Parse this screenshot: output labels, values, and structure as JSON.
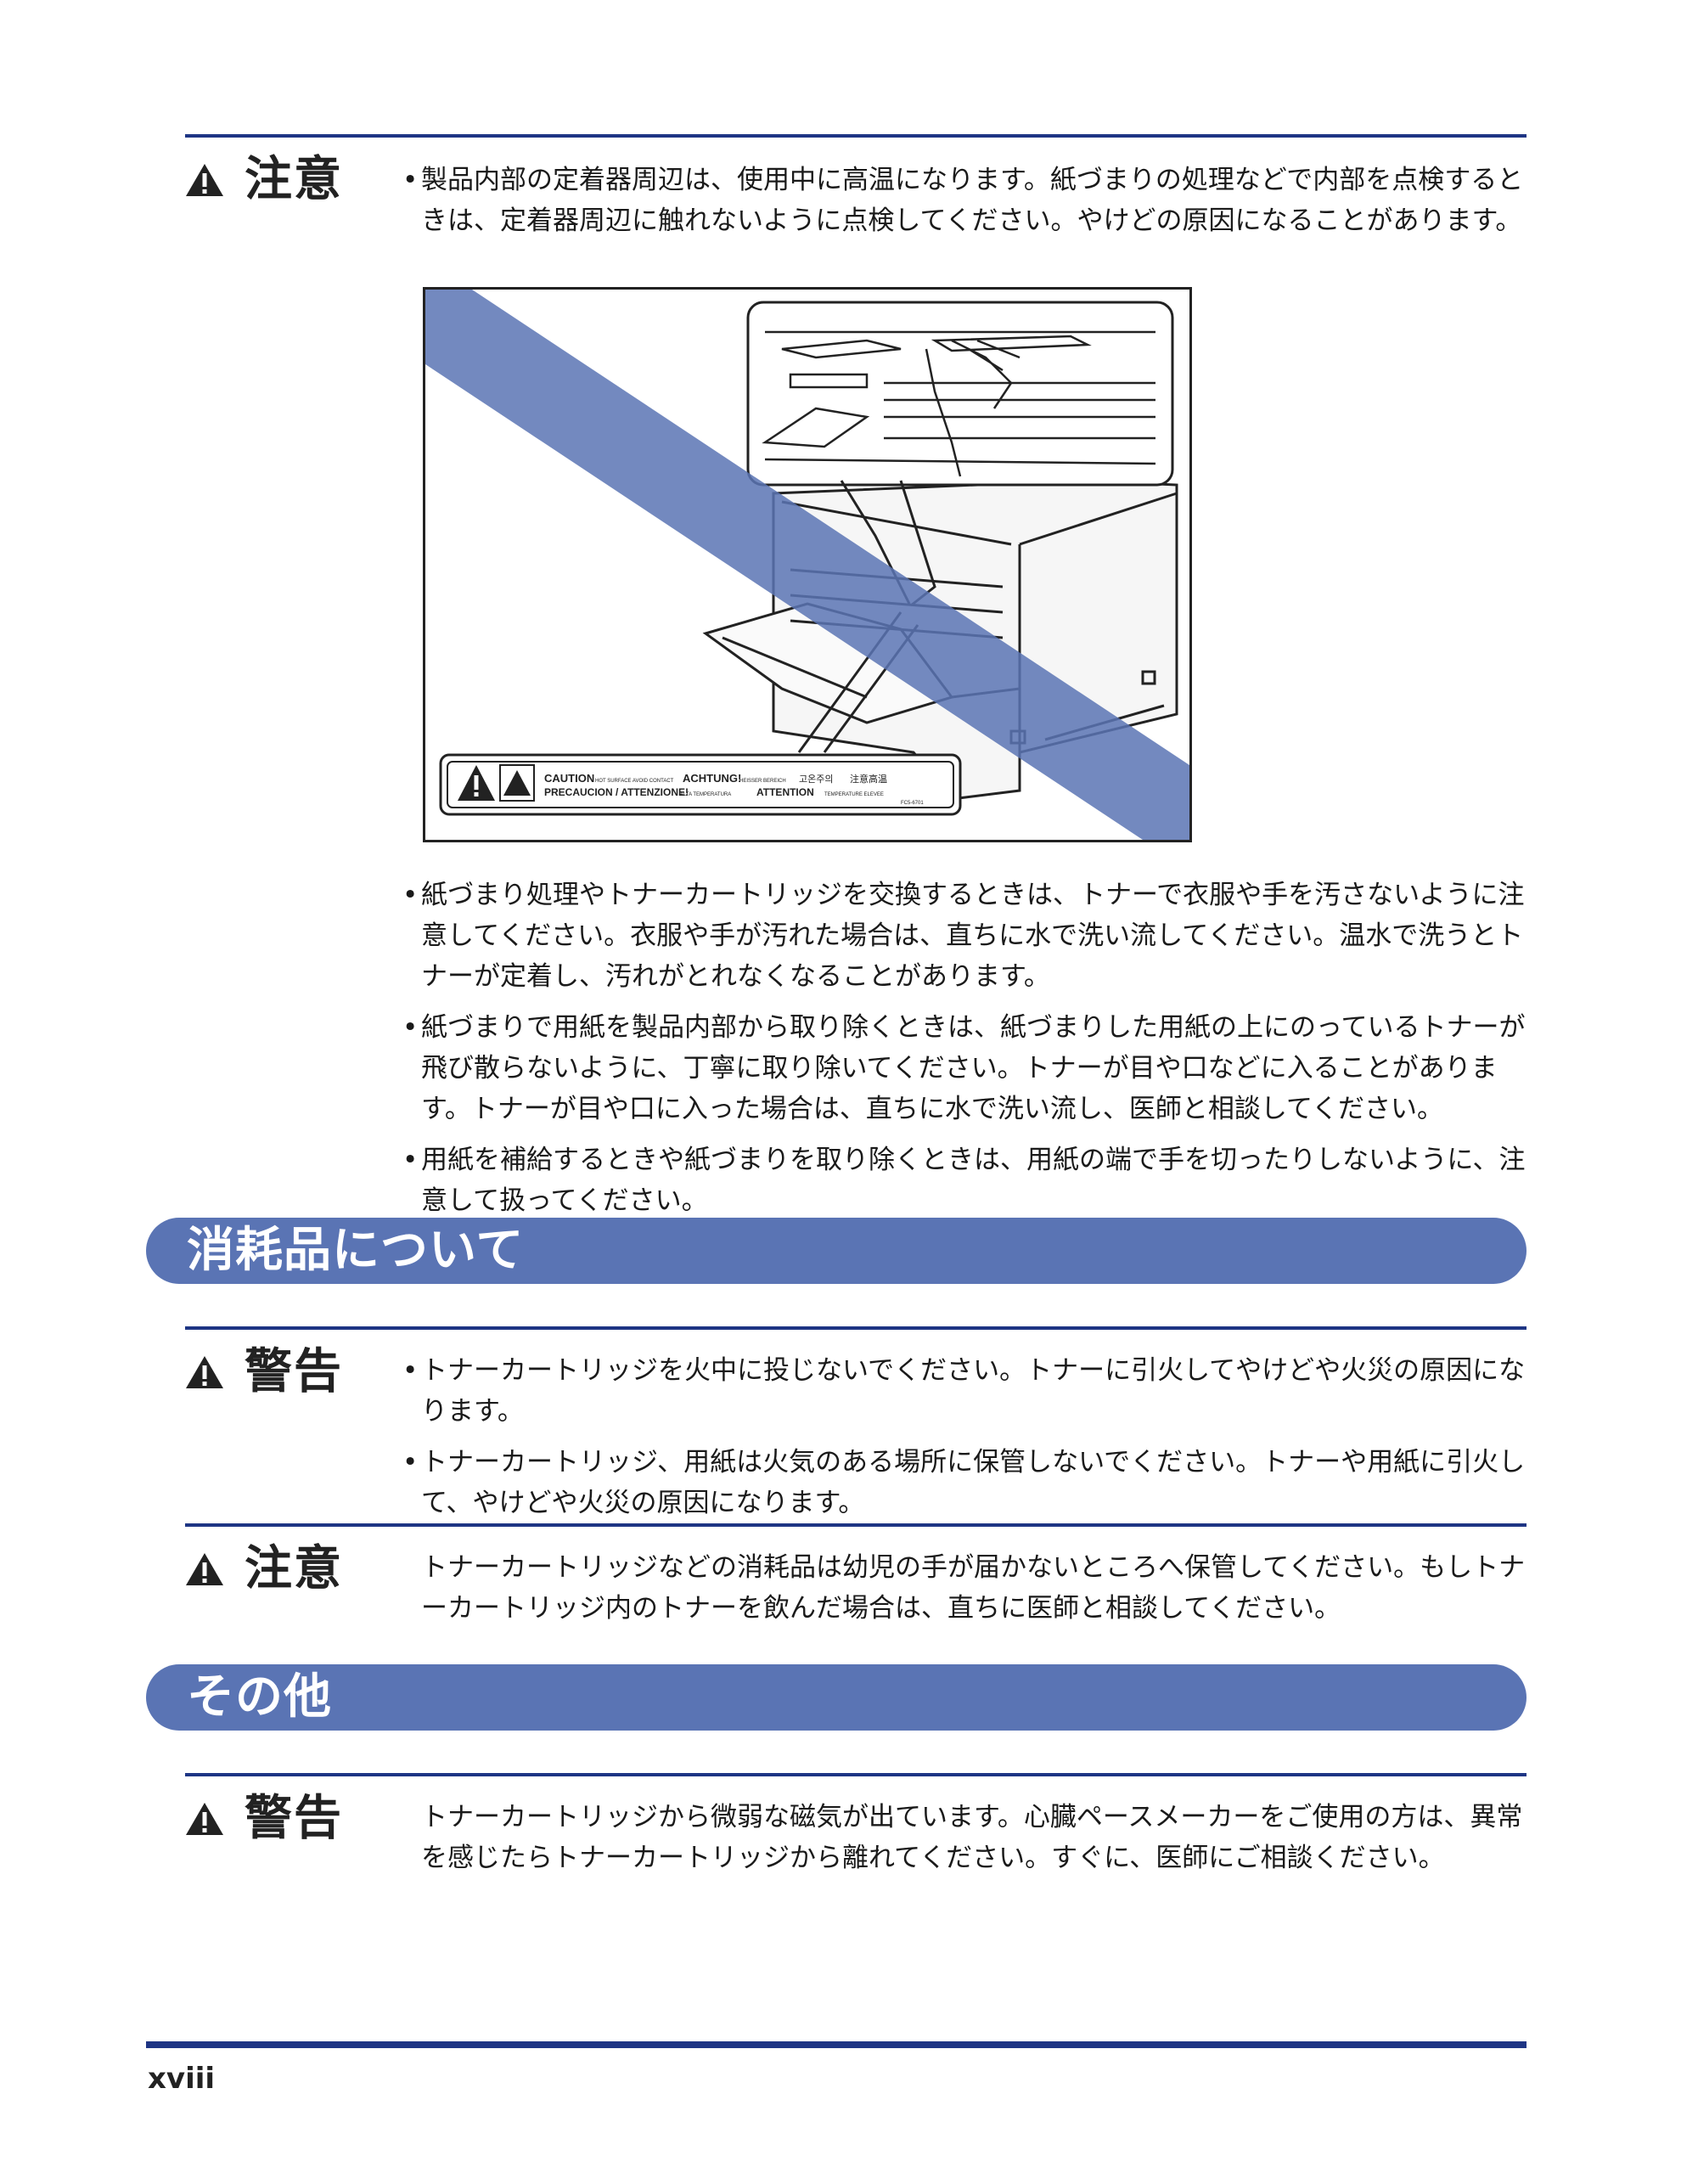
{
  "caution1": {
    "label": "注意",
    "items": [
      "製品内部の定着器周辺は、使用中に高温になります。紙づまりの処理などで内部を点検するときは、定着器周辺に触れないように点検してください。やけどの原因になることがあります。"
    ]
  },
  "figure": {
    "label_line1a": "CAUTION",
    "label_line1b": "HOT SURFACE AVOID CONTACT",
    "label_line1c": "ACHTUNG!",
    "label_line1d": "HEISSER BEREICH",
    "label_line1e": "고온주의",
    "label_line1f": "注意高温",
    "label_line2a": "PRECAUCION / ATTENZIONE!",
    "label_line2b": "ALTA TEMPERATURA",
    "label_line2c": "ATTENTION",
    "label_line2d": "TEMPERATURE ELEVEE",
    "label_code": "FC5-6701"
  },
  "caution1_more": {
    "items": [
      "紙づまり処理やトナーカートリッジを交換するときは、トナーで衣服や手を汚さないように注意してください。衣服や手が汚れた場合は、直ちに水で洗い流してください。温水で洗うとトナーが定着し、汚れがとれなくなることがあります。",
      "紙づまりで用紙を製品内部から取り除くときは、紙づまりした用紙の上にのっているトナーが飛び散らないように、丁寧に取り除いてください。トナーが目や口などに入ることがあります。トナーが目や口に入った場合は、直ちに水で洗い流し、医師と相談してください。",
      "用紙を補給するときや紙づまりを取り除くときは、用紙の端で手を切ったりしないように、注意して扱ってください。"
    ]
  },
  "section1": {
    "title": "消耗品について"
  },
  "warning1": {
    "label": "警告",
    "items": [
      "トナーカートリッジを火中に投じないでください。トナーに引火してやけどや火災の原因になります。",
      "トナーカートリッジ、用紙は火気のある場所に保管しないでください。トナーや用紙に引火して、やけどや火災の原因になります。"
    ]
  },
  "caution2": {
    "label": "注意",
    "text": "トナーカートリッジなどの消耗品は幼児の手が届かないところへ保管してください。もしトナーカートリッジ内のトナーを飲んだ場合は、直ちに医師と相談してください。"
  },
  "section2": {
    "title": "その他"
  },
  "warning2": {
    "label": "警告",
    "text": "トナーカートリッジから微弱な磁気が出ています。心臓ペースメーカーをご使用の方は、異常を感じたらトナーカートリッジから離れてください。すぐに、医師にご相談ください。"
  },
  "footer": {
    "page_number": "xviii"
  },
  "colors": {
    "accent": "#1e3584",
    "section_bar": "#5a74b4",
    "prohibition_stripe": "#5a74b4"
  }
}
